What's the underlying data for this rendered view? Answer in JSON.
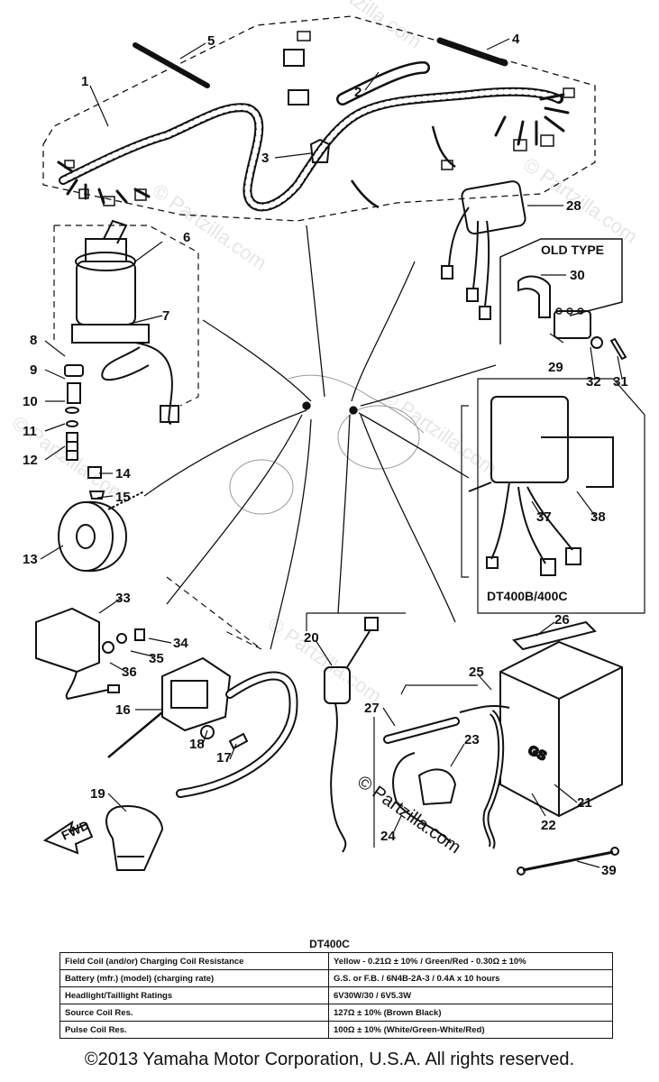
{
  "callouts": [
    "1",
    "2",
    "3",
    "4",
    "5",
    "6",
    "7",
    "8",
    "9",
    "10",
    "11",
    "12",
    "13",
    "14",
    "15",
    "16",
    "17",
    "18",
    "19",
    "20",
    "21",
    "22",
    "23",
    "24",
    "25",
    "26",
    "27",
    "28",
    "29",
    "30",
    "31",
    "32",
    "33",
    "34",
    "35",
    "36",
    "37",
    "38",
    "39"
  ],
  "labels": {
    "old_type": "OLD TYPE",
    "model_variant": "DT400B/400C",
    "front_arrow": "FWD"
  },
  "watermark": "© Partzilla.com",
  "center_credit": "© Partzilla.com",
  "spec": {
    "title": "DT400C",
    "rows": [
      {
        "label": "Field Coil (and/or) Charging Coil Resistance",
        "value": "Yellow - 0.21Ω ± 10%  /  Green/Red - 0.30Ω ± 10%"
      },
      {
        "label": "Battery (mfr.) (model) (charging rate)",
        "value": "G.S. or F.B.  /  6N4B-2A-3  /  0.4A x 10 hours"
      },
      {
        "label": "Headlight/Taillight Ratings",
        "value": "6V30W/30  /  6V5.3W"
      },
      {
        "label": "Source Coil Res.",
        "value": "127Ω ± 10% (Brown Black)"
      },
      {
        "label": "Pulse Coil Res.",
        "value": "100Ω ± 10% (White/Green-White/Red)"
      }
    ]
  },
  "copyright": "©2013  Yamaha Motor Corporation, U.S.A. All rights reserved."
}
